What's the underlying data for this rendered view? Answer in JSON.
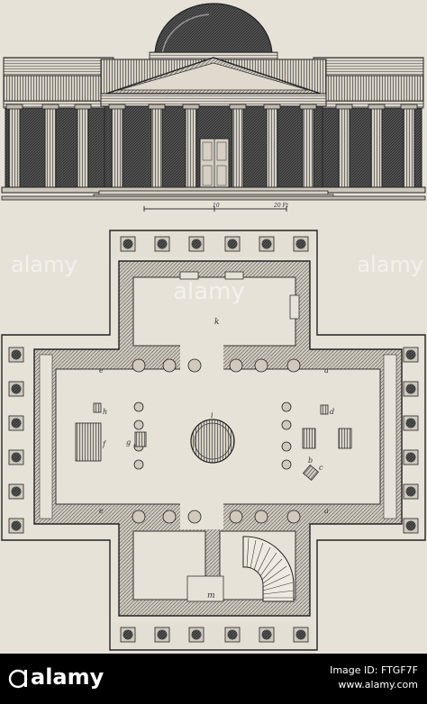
{
  "plate": {
    "scale_start": "10",
    "scale_end": "20 Ft",
    "room_labels": {
      "k": "k",
      "e_top": "e",
      "a_top": "a",
      "h": "h",
      "f": "f",
      "g": "g",
      "i": "i",
      "d": "d",
      "b": "b",
      "c": "c",
      "e_bottom": "e",
      "a_bottom": "a",
      "m": "m"
    }
  },
  "watermark": {
    "text": "alamy"
  },
  "footer": {
    "brand": "alamy",
    "image_id_label": "Image ID: FTGF7F",
    "site": "www.alamy.com"
  }
}
